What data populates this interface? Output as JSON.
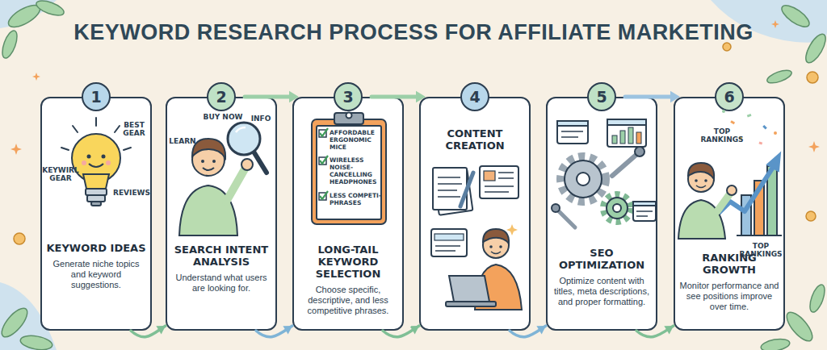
{
  "diagram": {
    "title": "KEYWORD RESEARCH PROCESS FOR AFFILIATE MARKETING",
    "nodes": [
      {
        "text": [
          "KEYWORD IDEAS",
          "Generate niche topics and keyword suggestions."
        ]
      },
      {
        "text": [
          "1"
        ],
        "in": 0
      },
      {
        "text": [
          "SEARCH INTENT ANALYSIS",
          "Understand what users are looking for."
        ]
      },
      {
        "text": [
          "2"
        ],
        "in": 2
      },
      {
        "text": [
          "LONG-TAIL KEYWORD SELECTION",
          "Choose specific, descriptive, and less competitive phrases."
        ]
      },
      {
        "text": [
          "3"
        ],
        "in": 4
      },
      {
        "text": [
          "CONTENT CREATION"
        ]
      },
      {
        "text": [
          "4"
        ],
        "in": 6
      },
      {
        "text": [
          "SEO OPTIMIZATION",
          "Optimize content with titles, meta descriptions, and proper formatting."
        ]
      },
      {
        "text": [
          "5"
        ],
        "in": 8
      },
      {
        "text": [
          "RANKING GROWTH",
          "Monitor performance and see positions improve over time."
        ]
      },
      {
        "text": [
          "6"
        ],
        "in": 10
      }
    ],
    "edges": [
      {
        "from": 0,
        "to": 2,
        "arrow": "to"
      },
      {
        "from": 2,
        "to": 4,
        "arrow": "to"
      },
      {
        "from": 2,
        "to": 4,
        "arrow": "to"
      },
      {
        "from": 4,
        "to": 6,
        "arrow": "to"
      },
      {
        "from": 4,
        "to": 6,
        "arrow": "to"
      },
      {
        "from": 6,
        "to": 8,
        "arrow": "to"
      },
      {
        "from": 8,
        "to": 10,
        "arrow": "to"
      },
      {
        "from": 8,
        "to": 10,
        "arrow": "to"
      }
    ],
    "labels": [
      "BEST GEAR",
      "KEYWIRL GEAR",
      "REVIEWS",
      "BUY NOW",
      "INFO",
      "LEARN",
      "AFFORDABLE ERGONOMIC MICE",
      "WIRELESS NOISE-CANCELLING HEADPHONES",
      "LESS COMPETI- PHRASES",
      "TOP RANKINGS",
      "TOP RANKINGS"
    ]
  }
}
